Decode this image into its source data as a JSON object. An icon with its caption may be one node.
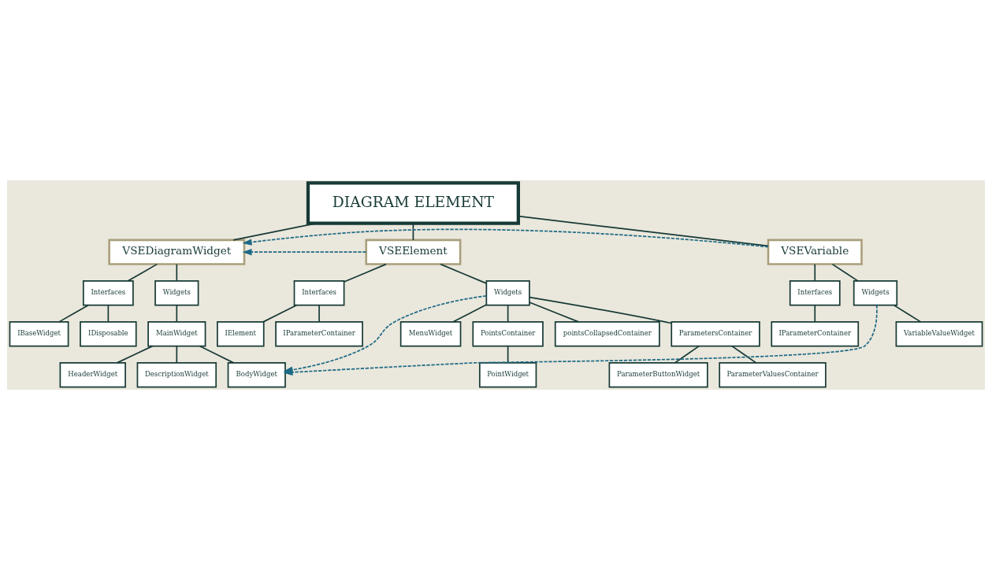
{
  "diagram": {
    "nodes": [
      {
        "text": [
          "DIAGRAM ELEMENT"
        ]
      },
      {
        "text": [
          "VSEDiagramWidget"
        ]
      },
      {
        "text": [
          "VSEElement"
        ]
      },
      {
        "text": [
          "VSEVariable"
        ]
      },
      {
        "text": [
          "Interfaces"
        ]
      },
      {
        "text": [
          "IBaseWidget"
        ]
      },
      {
        "text": [
          "IDisposable"
        ]
      },
      {
        "text": [
          "Widgets"
        ]
      },
      {
        "text": [
          "MainWidget"
        ]
      },
      {
        "text": [
          "HeaderWidget"
        ]
      },
      {
        "text": [
          "DescriptionWidget"
        ]
      },
      {
        "text": [
          "BodyWidget"
        ]
      },
      {
        "text": [
          "Interfaces"
        ]
      },
      {
        "text": [
          "IElement"
        ]
      },
      {
        "text": [
          "IParameterContainer"
        ]
      },
      {
        "text": [
          "Widgets"
        ]
      },
      {
        "text": [
          "MenuWidget"
        ]
      },
      {
        "text": [
          "PointsContainer"
        ]
      },
      {
        "text": [
          "PointWidget"
        ]
      },
      {
        "text": [
          "pointsCollapsedContainer"
        ]
      },
      {
        "text": [
          "ParametersContainer"
        ]
      },
      {
        "text": [
          "ParameterButtonWidget"
        ]
      },
      {
        "text": [
          "ParameterValuesContainer"
        ]
      },
      {
        "text": [
          "Interfaces"
        ]
      },
      {
        "text": [
          "IParameterContainer"
        ]
      },
      {
        "text": [
          "Widgets"
        ]
      },
      {
        "text": [
          "VariableValueWidget"
        ]
      }
    ],
    "edges": [
      {
        "from": 0,
        "to": 1,
        "arrow": "none"
      },
      {
        "from": 0,
        "to": 2,
        "arrow": "none"
      },
      {
        "from": 0,
        "to": 3,
        "arrow": "none"
      },
      {
        "from": 3,
        "to": 1,
        "arrow": "to",
        "style": "dashed",
        "color": "#1d6a85"
      },
      {
        "from": 2,
        "to": 1,
        "arrow": "to",
        "style": "dashed",
        "color": "#1d6a85"
      },
      {
        "from": 1,
        "to": 4,
        "arrow": "none"
      },
      {
        "from": 4,
        "to": 5,
        "arrow": "none"
      },
      {
        "from": 4,
        "to": 6,
        "arrow": "none"
      },
      {
        "from": 1,
        "to": 7,
        "arrow": "none"
      },
      {
        "from": 7,
        "to": 8,
        "arrow": "none"
      },
      {
        "from": 8,
        "to": 9,
        "arrow": "none"
      },
      {
        "from": 8,
        "to": 10,
        "arrow": "none"
      },
      {
        "from": 8,
        "to": 11,
        "arrow": "none"
      },
      {
        "from": 2,
        "to": 12,
        "arrow": "none"
      },
      {
        "from": 12,
        "to": 13,
        "arrow": "none"
      },
      {
        "from": 12,
        "to": 14,
        "arrow": "none"
      },
      {
        "from": 2,
        "to": 15,
        "arrow": "none"
      },
      {
        "from": 15,
        "to": 16,
        "arrow": "none"
      },
      {
        "from": 15,
        "to": 17,
        "arrow": "none"
      },
      {
        "from": 17,
        "to": 18,
        "arrow": "none"
      },
      {
        "from": 15,
        "to": 19,
        "arrow": "none"
      },
      {
        "from": 15,
        "to": 20,
        "arrow": "none"
      },
      {
        "from": 20,
        "to": 21,
        "arrow": "none"
      },
      {
        "from": 20,
        "to": 22,
        "arrow": "none"
      },
      {
        "from": 3,
        "to": 23,
        "arrow": "none"
      },
      {
        "from": 23,
        "to": 24,
        "arrow": "none"
      },
      {
        "from": 3,
        "to": 25,
        "arrow": "none"
      },
      {
        "from": 25,
        "to": 26,
        "arrow": "none"
      },
      {
        "from": 15,
        "to": 11,
        "arrow": "to",
        "style": "dashed",
        "color": "#1d6a85"
      },
      {
        "from": 25,
        "to": 11,
        "arrow": "to",
        "style": "dashed",
        "color": "#1d6a85"
      }
    ]
  }
}
